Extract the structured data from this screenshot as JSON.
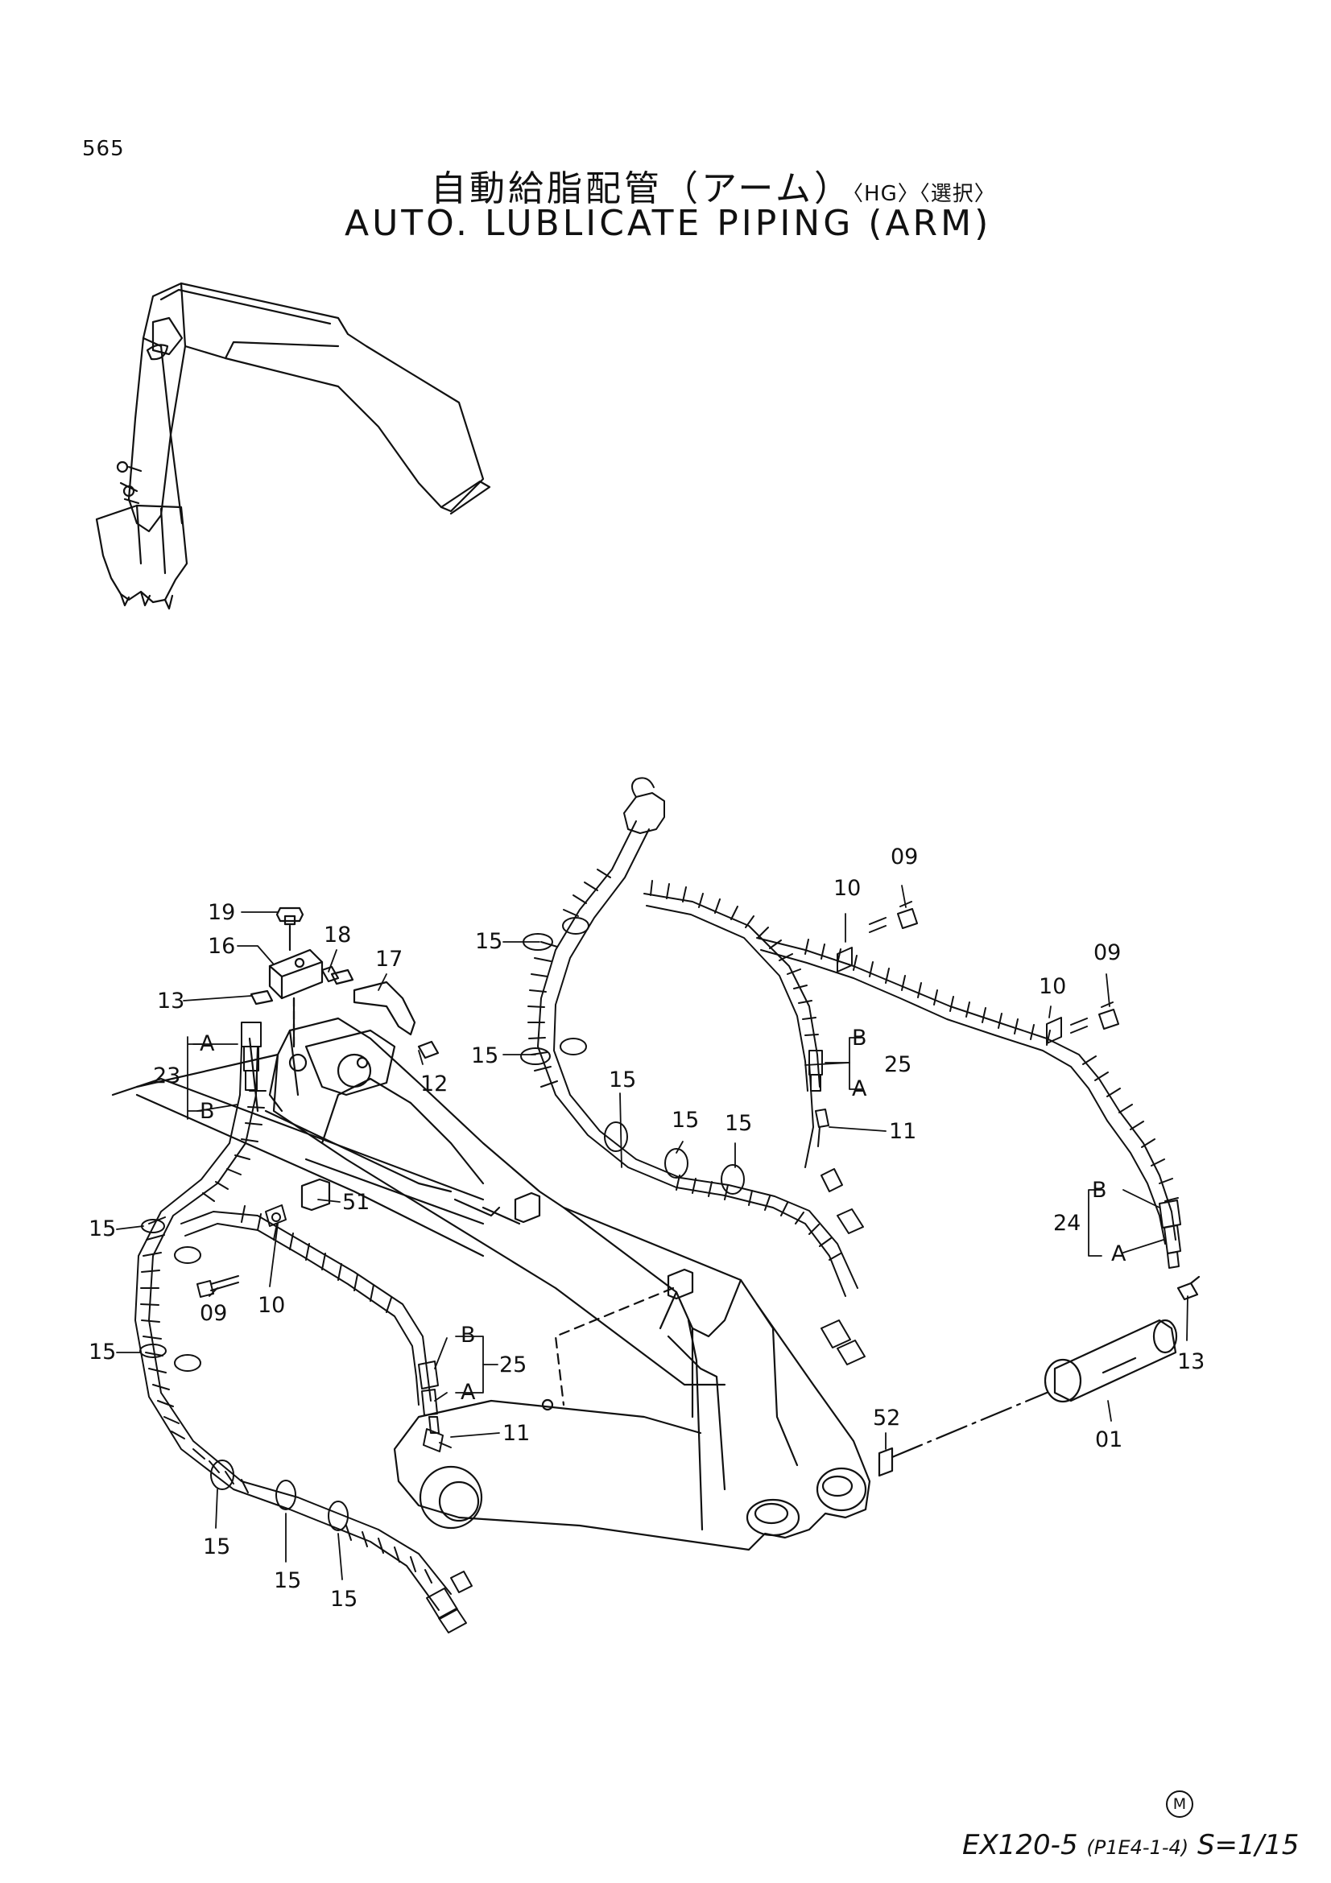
{
  "page_number": "565",
  "title_jp": "自動給脂配管（アーム）",
  "title_jp_tags": "〈HG〉〈選択〉",
  "title_en": "AUTO. LUBLICATE PIPING (ARM)",
  "footer": {
    "model": "EX120-5",
    "ref": "(P1E4-1-4)",
    "scale": "S=1/15",
    "mark": "M"
  },
  "callouts": [
    {
      "id": "c19",
      "text": "19"
    },
    {
      "id": "c16",
      "text": "16"
    },
    {
      "id": "c18",
      "text": "18"
    },
    {
      "id": "c17",
      "text": "17"
    },
    {
      "id": "c13a",
      "text": "13"
    },
    {
      "id": "c23",
      "text": "23"
    },
    {
      "id": "c23A",
      "text": "A"
    },
    {
      "id": "c23B",
      "text": "B"
    },
    {
      "id": "c12",
      "text": "12"
    },
    {
      "id": "c51",
      "text": "51"
    },
    {
      "id": "c15a",
      "text": "15"
    },
    {
      "id": "c10a",
      "text": "10"
    },
    {
      "id": "c09a",
      "text": "09"
    },
    {
      "id": "c15b",
      "text": "15"
    },
    {
      "id": "c25a",
      "text": "25"
    },
    {
      "id": "c25aB",
      "text": "B"
    },
    {
      "id": "c25aA",
      "text": "A"
    },
    {
      "id": "c11a",
      "text": "11"
    },
    {
      "id": "c15c",
      "text": "15"
    },
    {
      "id": "c15d",
      "text": "15"
    },
    {
      "id": "c15e",
      "text": "15"
    },
    {
      "id": "c15f",
      "text": "15"
    },
    {
      "id": "c15g",
      "text": "15"
    },
    {
      "id": "c15h",
      "text": "15"
    },
    {
      "id": "c15i",
      "text": "15"
    },
    {
      "id": "c15j",
      "text": "15"
    },
    {
      "id": "c09b",
      "text": "09"
    },
    {
      "id": "c10b",
      "text": "10"
    },
    {
      "id": "c09c",
      "text": "09"
    },
    {
      "id": "c10c",
      "text": "10"
    },
    {
      "id": "c25b",
      "text": "25"
    },
    {
      "id": "c25bB",
      "text": "B"
    },
    {
      "id": "c25bA",
      "text": "A"
    },
    {
      "id": "c11b",
      "text": "11"
    },
    {
      "id": "c24",
      "text": "24"
    },
    {
      "id": "c24B",
      "text": "B"
    },
    {
      "id": "c24A",
      "text": "A"
    },
    {
      "id": "c13b",
      "text": "13"
    },
    {
      "id": "c01",
      "text": "01"
    },
    {
      "id": "c52",
      "text": "52"
    }
  ]
}
